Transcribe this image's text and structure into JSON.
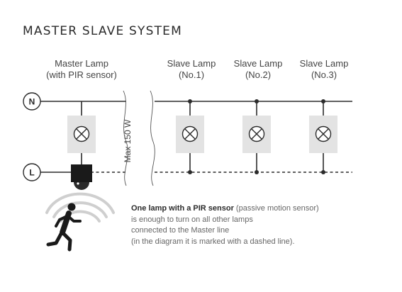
{
  "title": "MASTER SLAVE SYSTEM",
  "lamps": {
    "master": {
      "line1": "Master Lamp",
      "line2": "(with PIR sensor)"
    },
    "slave1": {
      "line1": "Slave Lamp",
      "line2": "(No.1)"
    },
    "slave2": {
      "line1": "Slave Lamp",
      "line2": "(No.2)"
    },
    "slave3": {
      "line1": "Slave Lamp",
      "line2": "(No.3)"
    }
  },
  "terminals": {
    "neutral": "N",
    "live": "L"
  },
  "max_power": "Max 150 W",
  "description": {
    "bold_part": "One lamp with a PIR sensor",
    "paren_part": " (passive motion sensor)",
    "line2": "is enough to turn on all other lamps",
    "line3": "connected to the Master line",
    "line4": "(in the diagram it is marked with a dashed line)."
  },
  "colors": {
    "wire": "#2b2b2b",
    "lamp_box": "#e3e3e3",
    "sensor": "#1a1a1a",
    "wave": "#cccccc"
  },
  "icons": [
    "running-person-icon",
    "motion-waves-icon",
    "lamp-bulb-icon",
    "pir-sensor-icon"
  ]
}
